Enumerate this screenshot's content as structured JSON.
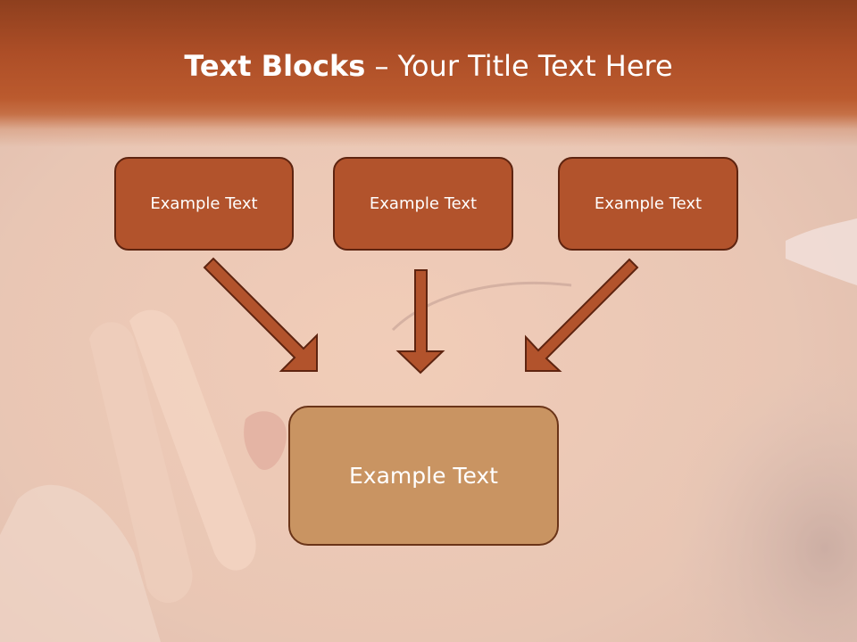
{
  "slide": {
    "title_bold": "Text Blocks",
    "title_separator": " – ",
    "title_rest": "Your Title Text Here",
    "blocks": [
      "Example Text",
      "Example Text",
      "Example Text"
    ],
    "main_block": "Example Text"
  },
  "colors": {
    "header": "#b2532c",
    "block_fill": "#b2532c",
    "block_border": "#5e2410",
    "main_block_fill": "#c99462",
    "arrow_fill": "#b2532c",
    "text": "#ffffff"
  },
  "background_image": "sleeping-face-photo"
}
